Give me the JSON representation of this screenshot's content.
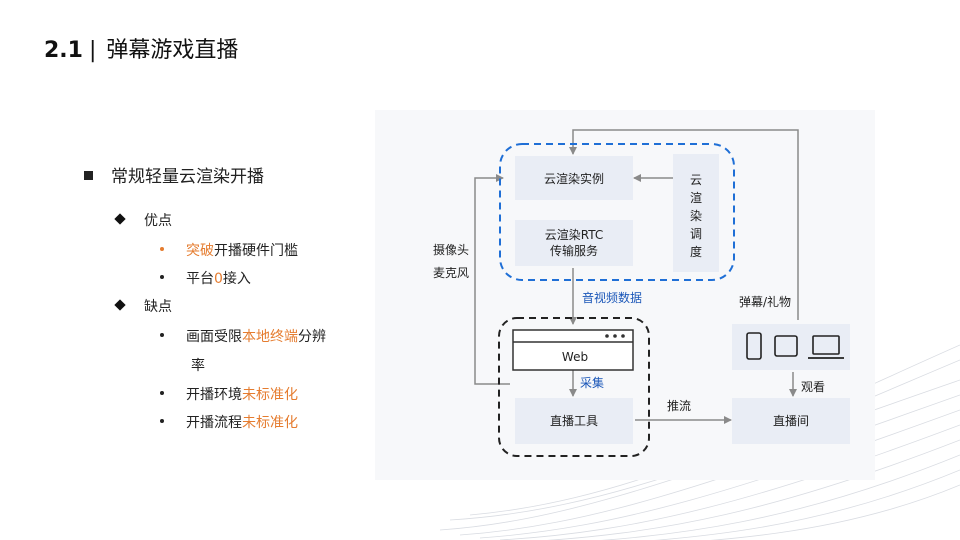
{
  "header": {
    "number": "2.1",
    "separator": "|",
    "title": "弹幕游戏直播"
  },
  "outline": {
    "heading": "常规轻量云渲染开播",
    "groups": [
      {
        "label": "优点",
        "items": [
          {
            "highlight": "突破",
            "rest": "开播硬件门槛"
          },
          {
            "pre": "平台",
            "highlight": "0",
            "post": "接入"
          }
        ]
      },
      {
        "label": "缺点",
        "items": [
          {
            "pre": "画面受限",
            "highlight": "本地终端",
            "post": "分辨",
            "cont": "率"
          },
          {
            "pre": "开播环境",
            "highlight": "未标准化"
          },
          {
            "pre": "开播流程",
            "highlight": "未标准化"
          }
        ]
      }
    ]
  },
  "diagram": {
    "cloud_instance": "云渲染实例",
    "rtc_line1": "云渲染RTC",
    "rtc_line2": "传输服务",
    "scheduler_chars": [
      "云",
      "渲",
      "染",
      "调",
      "度"
    ],
    "camera": "摄像头",
    "mic": "麦克风",
    "av_data": "音视频数据",
    "web": "Web",
    "capture": "采集",
    "live_tool": "直播工具",
    "push_stream": "推流",
    "live_room": "直播间",
    "danmaku_gift": "弹幕/礼物",
    "watch": "观看"
  },
  "colors": {
    "accent": "#e57c2f",
    "blue_dash": "#1f6fd6",
    "blue_text": "#1a56b8",
    "box": "#e9edf5",
    "panel": "#f7f8fa"
  }
}
